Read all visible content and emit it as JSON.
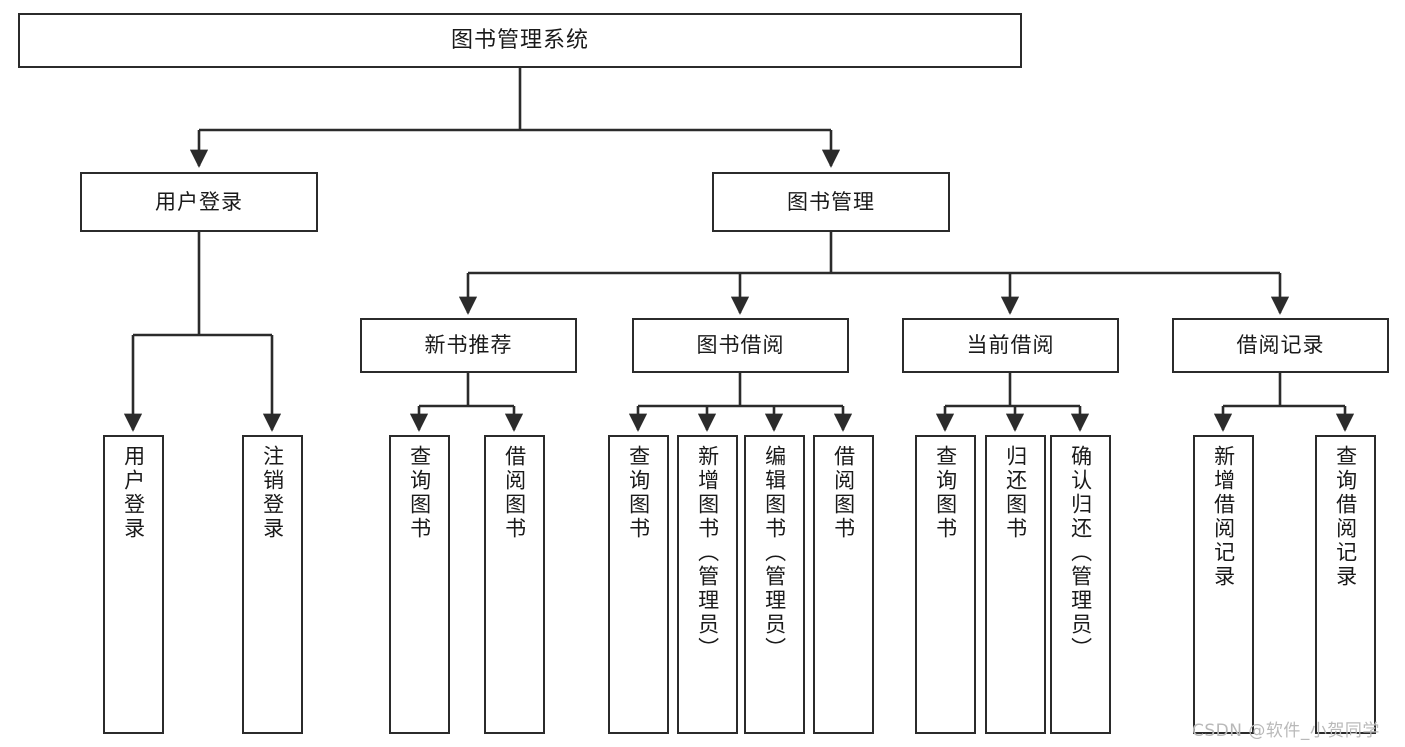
{
  "diagram": {
    "type": "tree-hierarchy",
    "title": "图书管理系统",
    "watermark": "CSDN @软件_小贺同学",
    "colors": {
      "box_border": "#2b2b2b",
      "box_fill": "#ffffff",
      "connector": "#2b2b2b",
      "background": "#ffffff",
      "watermark": "#b9b9b9"
    },
    "levels": [
      {
        "level": 1,
        "nodes": [
          {
            "id": "root",
            "label": "图书管理系统",
            "orientation": "horizontal"
          }
        ]
      },
      {
        "level": 2,
        "nodes": [
          {
            "id": "user-login",
            "label": "用户登录",
            "orientation": "horizontal",
            "parent": "root"
          },
          {
            "id": "book-manage",
            "label": "图书管理",
            "orientation": "horizontal",
            "parent": "root"
          }
        ]
      },
      {
        "level": 3,
        "nodes": [
          {
            "id": "new-book-recommend",
            "label": "新书推荐",
            "orientation": "horizontal",
            "parent": "book-manage"
          },
          {
            "id": "book-borrow",
            "label": "图书借阅",
            "orientation": "horizontal",
            "parent": "book-manage"
          },
          {
            "id": "current-borrow",
            "label": "当前借阅",
            "orientation": "horizontal",
            "parent": "book-manage"
          },
          {
            "id": "borrow-record",
            "label": "借阅记录",
            "orientation": "horizontal",
            "parent": "book-manage"
          }
        ]
      },
      {
        "level": 4,
        "nodes": [
          {
            "id": "leaf-user-login",
            "label": "用户登录",
            "orientation": "vertical",
            "parent": "user-login"
          },
          {
            "id": "leaf-logout",
            "label": "注销登录",
            "orientation": "vertical",
            "parent": "user-login"
          },
          {
            "id": "leaf-query-book-1",
            "label": "查询图书",
            "orientation": "vertical",
            "parent": "new-book-recommend"
          },
          {
            "id": "leaf-borrow-book-1",
            "label": "借阅图书",
            "orientation": "vertical",
            "parent": "new-book-recommend"
          },
          {
            "id": "leaf-query-book-2",
            "label": "查询图书",
            "orientation": "vertical",
            "parent": "book-borrow"
          },
          {
            "id": "leaf-add-book",
            "label": "新增图书（管理员）",
            "orientation": "vertical",
            "parent": "book-borrow"
          },
          {
            "id": "leaf-edit-book",
            "label": "编辑图书（管理员）",
            "orientation": "vertical",
            "parent": "book-borrow"
          },
          {
            "id": "leaf-borrow-book-2",
            "label": "借阅图书",
            "orientation": "vertical",
            "parent": "book-borrow"
          },
          {
            "id": "leaf-query-book-3",
            "label": "查询图书",
            "orientation": "vertical",
            "parent": "current-borrow"
          },
          {
            "id": "leaf-return-book",
            "label": "归还图书",
            "orientation": "vertical",
            "parent": "current-borrow"
          },
          {
            "id": "leaf-confirm-return",
            "label": "确认归还（管理员）",
            "orientation": "vertical",
            "parent": "current-borrow"
          },
          {
            "id": "leaf-add-record",
            "label": "新增借阅记录",
            "orientation": "vertical",
            "parent": "borrow-record"
          },
          {
            "id": "leaf-query-record",
            "label": "查询借阅记录",
            "orientation": "vertical",
            "parent": "borrow-record"
          }
        ]
      }
    ]
  }
}
